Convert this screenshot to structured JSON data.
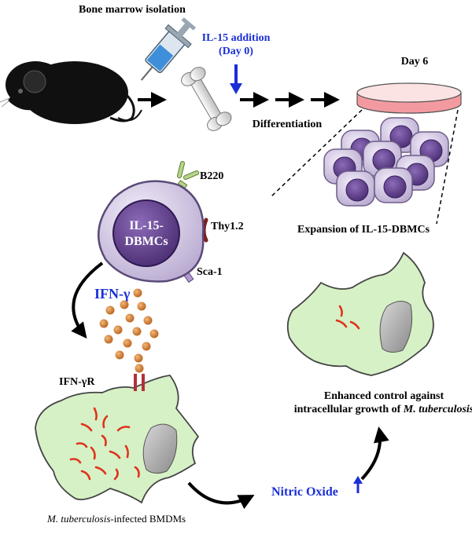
{
  "labels": {
    "bone_marrow": "Bone marrow isolation",
    "il15_line1": "IL-15 addition",
    "il15_line2": "(Day 0)",
    "day6": "Day 6",
    "differentiation": "Differentiation",
    "b220": "B220",
    "thy12": "Thy1.2",
    "sca1": "Sca-1",
    "cell_line1": "IL-15-",
    "cell_line2": "DBMCs",
    "expansion": "Expansion of IL-15-DBMCs",
    "ifng": "IFN-γ",
    "ifngr": "IFN-γR",
    "enhanced_line1": "Enhanced control against",
    "enhanced_line2_pre": "intracellular growth of ",
    "enhanced_line2_italic": "M. tuberculosis",
    "nitric_oxide": "Nitric Oxide",
    "infected_italic": "M. tuberculosis",
    "infected_rest": "-infected BMDMs"
  },
  "colors": {
    "blue_text": "#1a2fd6",
    "macrophage_fill": "#d6f1c6",
    "cell_body": "#d9cfe8",
    "nucleus": "#5b3d86",
    "bacteria": "#e0321c",
    "ifn_particle": "#d98436",
    "receptor": "#b0303a",
    "dish_medium": "#f39aa0"
  },
  "icons": [
    "mouse-icon",
    "syringe-icon",
    "bone-icon",
    "petri-dish-icon",
    "cell-cluster-icon",
    "dbmc-cell-icon",
    "macrophage-icon",
    "up-arrow-icon"
  ]
}
